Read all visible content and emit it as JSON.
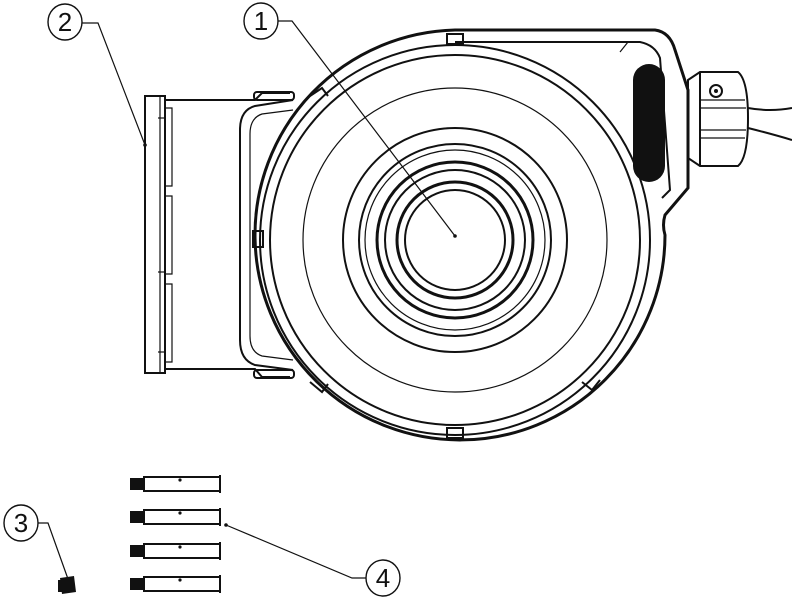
{
  "diagram": {
    "callouts": [
      {
        "id": "1",
        "label": "1"
      },
      {
        "id": "2",
        "label": "2"
      },
      {
        "id": "3",
        "label": "3"
      },
      {
        "id": "4",
        "label": "4"
      }
    ],
    "anchor_count": 4
  }
}
